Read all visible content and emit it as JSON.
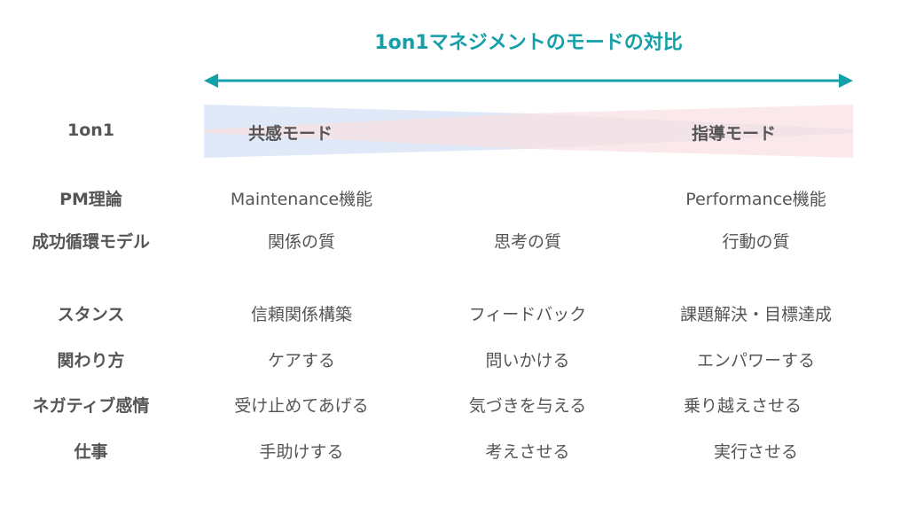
{
  "title": "1on1マネジメントのモードの対比",
  "colors": {
    "accent": "#14a0a8",
    "empathy_band": "#dde8f8",
    "guidance_band": "#f8e0e3",
    "text": "#555555"
  },
  "modes": {
    "row_label": "1on1",
    "left": "共感モード",
    "right": "指導モード"
  },
  "rows": [
    {
      "label": "PM理論",
      "cells": [
        "Maintenance機能",
        "",
        "Performance機能"
      ]
    },
    {
      "label": "成功循環モデル",
      "cells": [
        "関係の質",
        "思考の質",
        "行動の質"
      ]
    },
    {
      "label": "スタンス",
      "cells": [
        "信頼関係構築",
        "フィードバック",
        "課題解決・目標達成"
      ]
    },
    {
      "label": "関わり方",
      "cells": [
        "ケアする",
        "問いかける",
        "エンパワーする"
      ]
    },
    {
      "label": "ネガティブ感情",
      "cells": [
        "受け止めてあげる",
        "気づきを与える",
        "乗り越えさせる"
      ]
    },
    {
      "label": "仕事",
      "cells": [
        "手助けする",
        "考えさせる",
        "実行させる"
      ]
    }
  ]
}
